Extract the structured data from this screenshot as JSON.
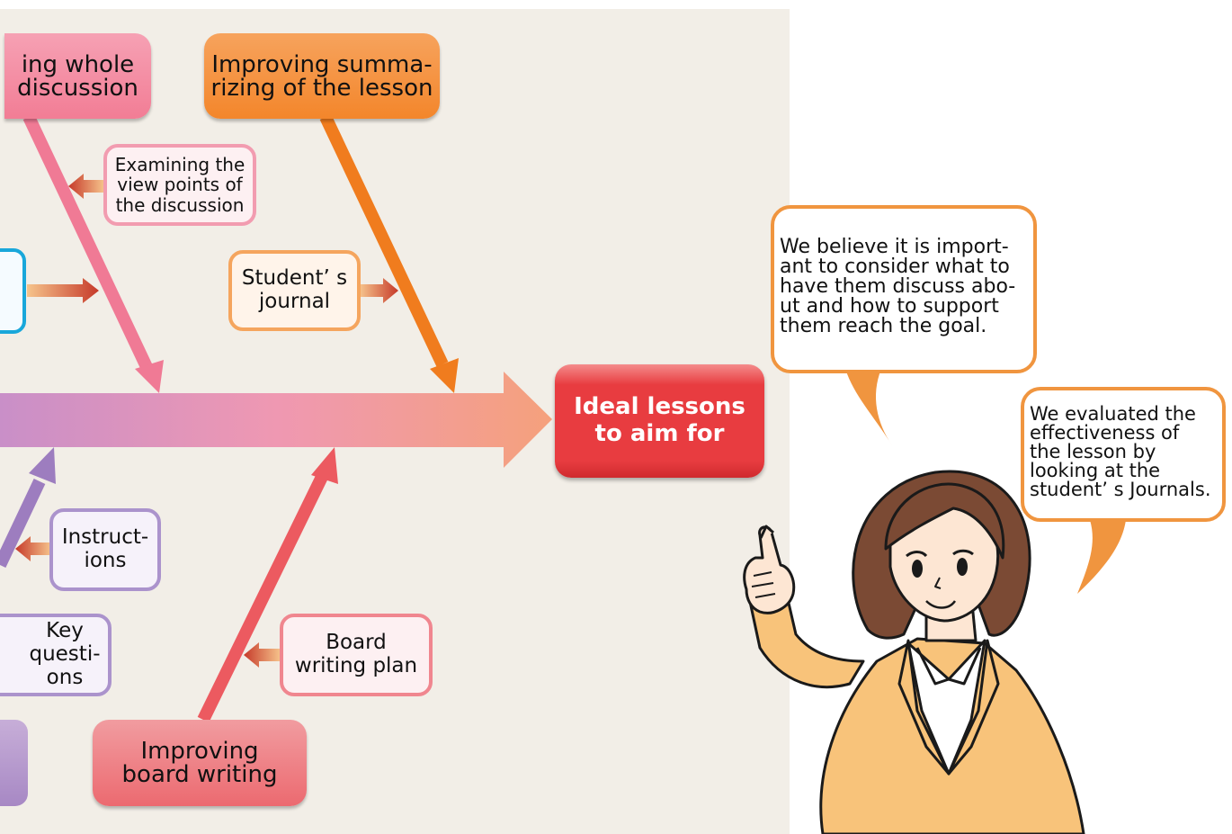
{
  "goal": {
    "label": "Ideal lessons\nto aim for",
    "color": "#e53b3f"
  },
  "main_bone_color": "#d88fc0",
  "heads": [
    {
      "id": "whole-discussion",
      "label": "ing whole\ndiscussion",
      "color": "#f07a95"
    },
    {
      "id": "summarizing",
      "label": "Improving summa-\nrizing of the lesson",
      "color": "#f38a2e"
    },
    {
      "id": "board-writing",
      "label": "Improving\nboard writing",
      "color": "#ec5a60"
    }
  ],
  "causes": [
    {
      "id": "examining-viewpoints",
      "label": "Examining the\nview points of\nthe discussion"
    },
    {
      "id": "students-journal",
      "label": "Student’ s\njournal"
    },
    {
      "id": "instructions",
      "label": "Instruct-\nions"
    },
    {
      "id": "key-questions",
      "label": "Key\nquesti-\nons"
    },
    {
      "id": "board-writing-plan",
      "label": "Board\nwriting  plan"
    }
  ],
  "speech": [
    {
      "id": "bubble-discuss",
      "text": "We believe it is import-\nant to consider what to\nhave them discuss abo-\nut and how to support\nthem reach the goal."
    },
    {
      "id": "bubble-evaluate",
      "text": "We evaluated the\neffectiveness of\nthe lesson by\nlooking at the\nstudent’ s Journals."
    }
  ],
  "colors": {
    "panel": "#f2eee7",
    "bubble_border": "#f0953f",
    "small_arrow": "#c8432c",
    "jacket": "#f8c37a",
    "hair": "#7b4a34",
    "skin": "#fde6d3"
  }
}
